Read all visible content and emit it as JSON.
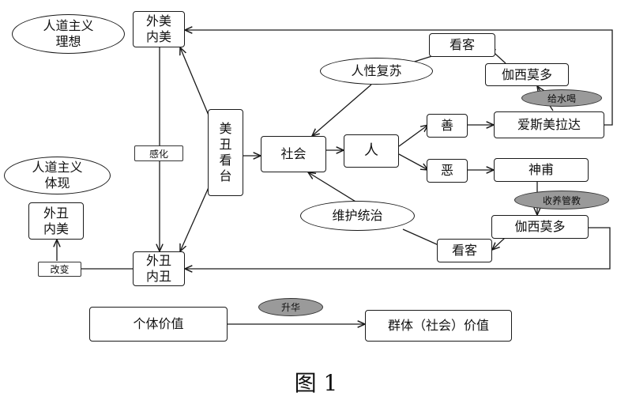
{
  "nodes": {
    "waimei_neimei": "外美\n内美",
    "rendao_lixiang": "人道主义\n理想",
    "meichou_kantai": "美\n丑\n看\n台",
    "shehui": "社会",
    "ren": "人",
    "renxing_fusu": "人性复苏",
    "kanke_top": "看客",
    "jiaximo_top": "伽西莫多",
    "aisimeilada": "爱斯美拉达",
    "shan": "善",
    "e": "恶",
    "shenfu": "神甫",
    "weihu_tongzhi": "维护统治",
    "kanke_bottom": "看客",
    "jiaximo_bottom": "伽西莫多",
    "waichou_neichou": "外丑\n内丑",
    "rendao_tixian": "人道主义\n体现",
    "waichou_neimei": "外丑\n内美",
    "geti_jiazhi": "个体价值",
    "qunti_jiazhi": "群体（社会）价值"
  },
  "labels": {
    "ganhua": "感化",
    "gaibian": "改变",
    "geishuihe": "给水喝",
    "shouyang_guanjiao": "收养管教",
    "shenghua": "升华"
  },
  "caption": "图 1"
}
